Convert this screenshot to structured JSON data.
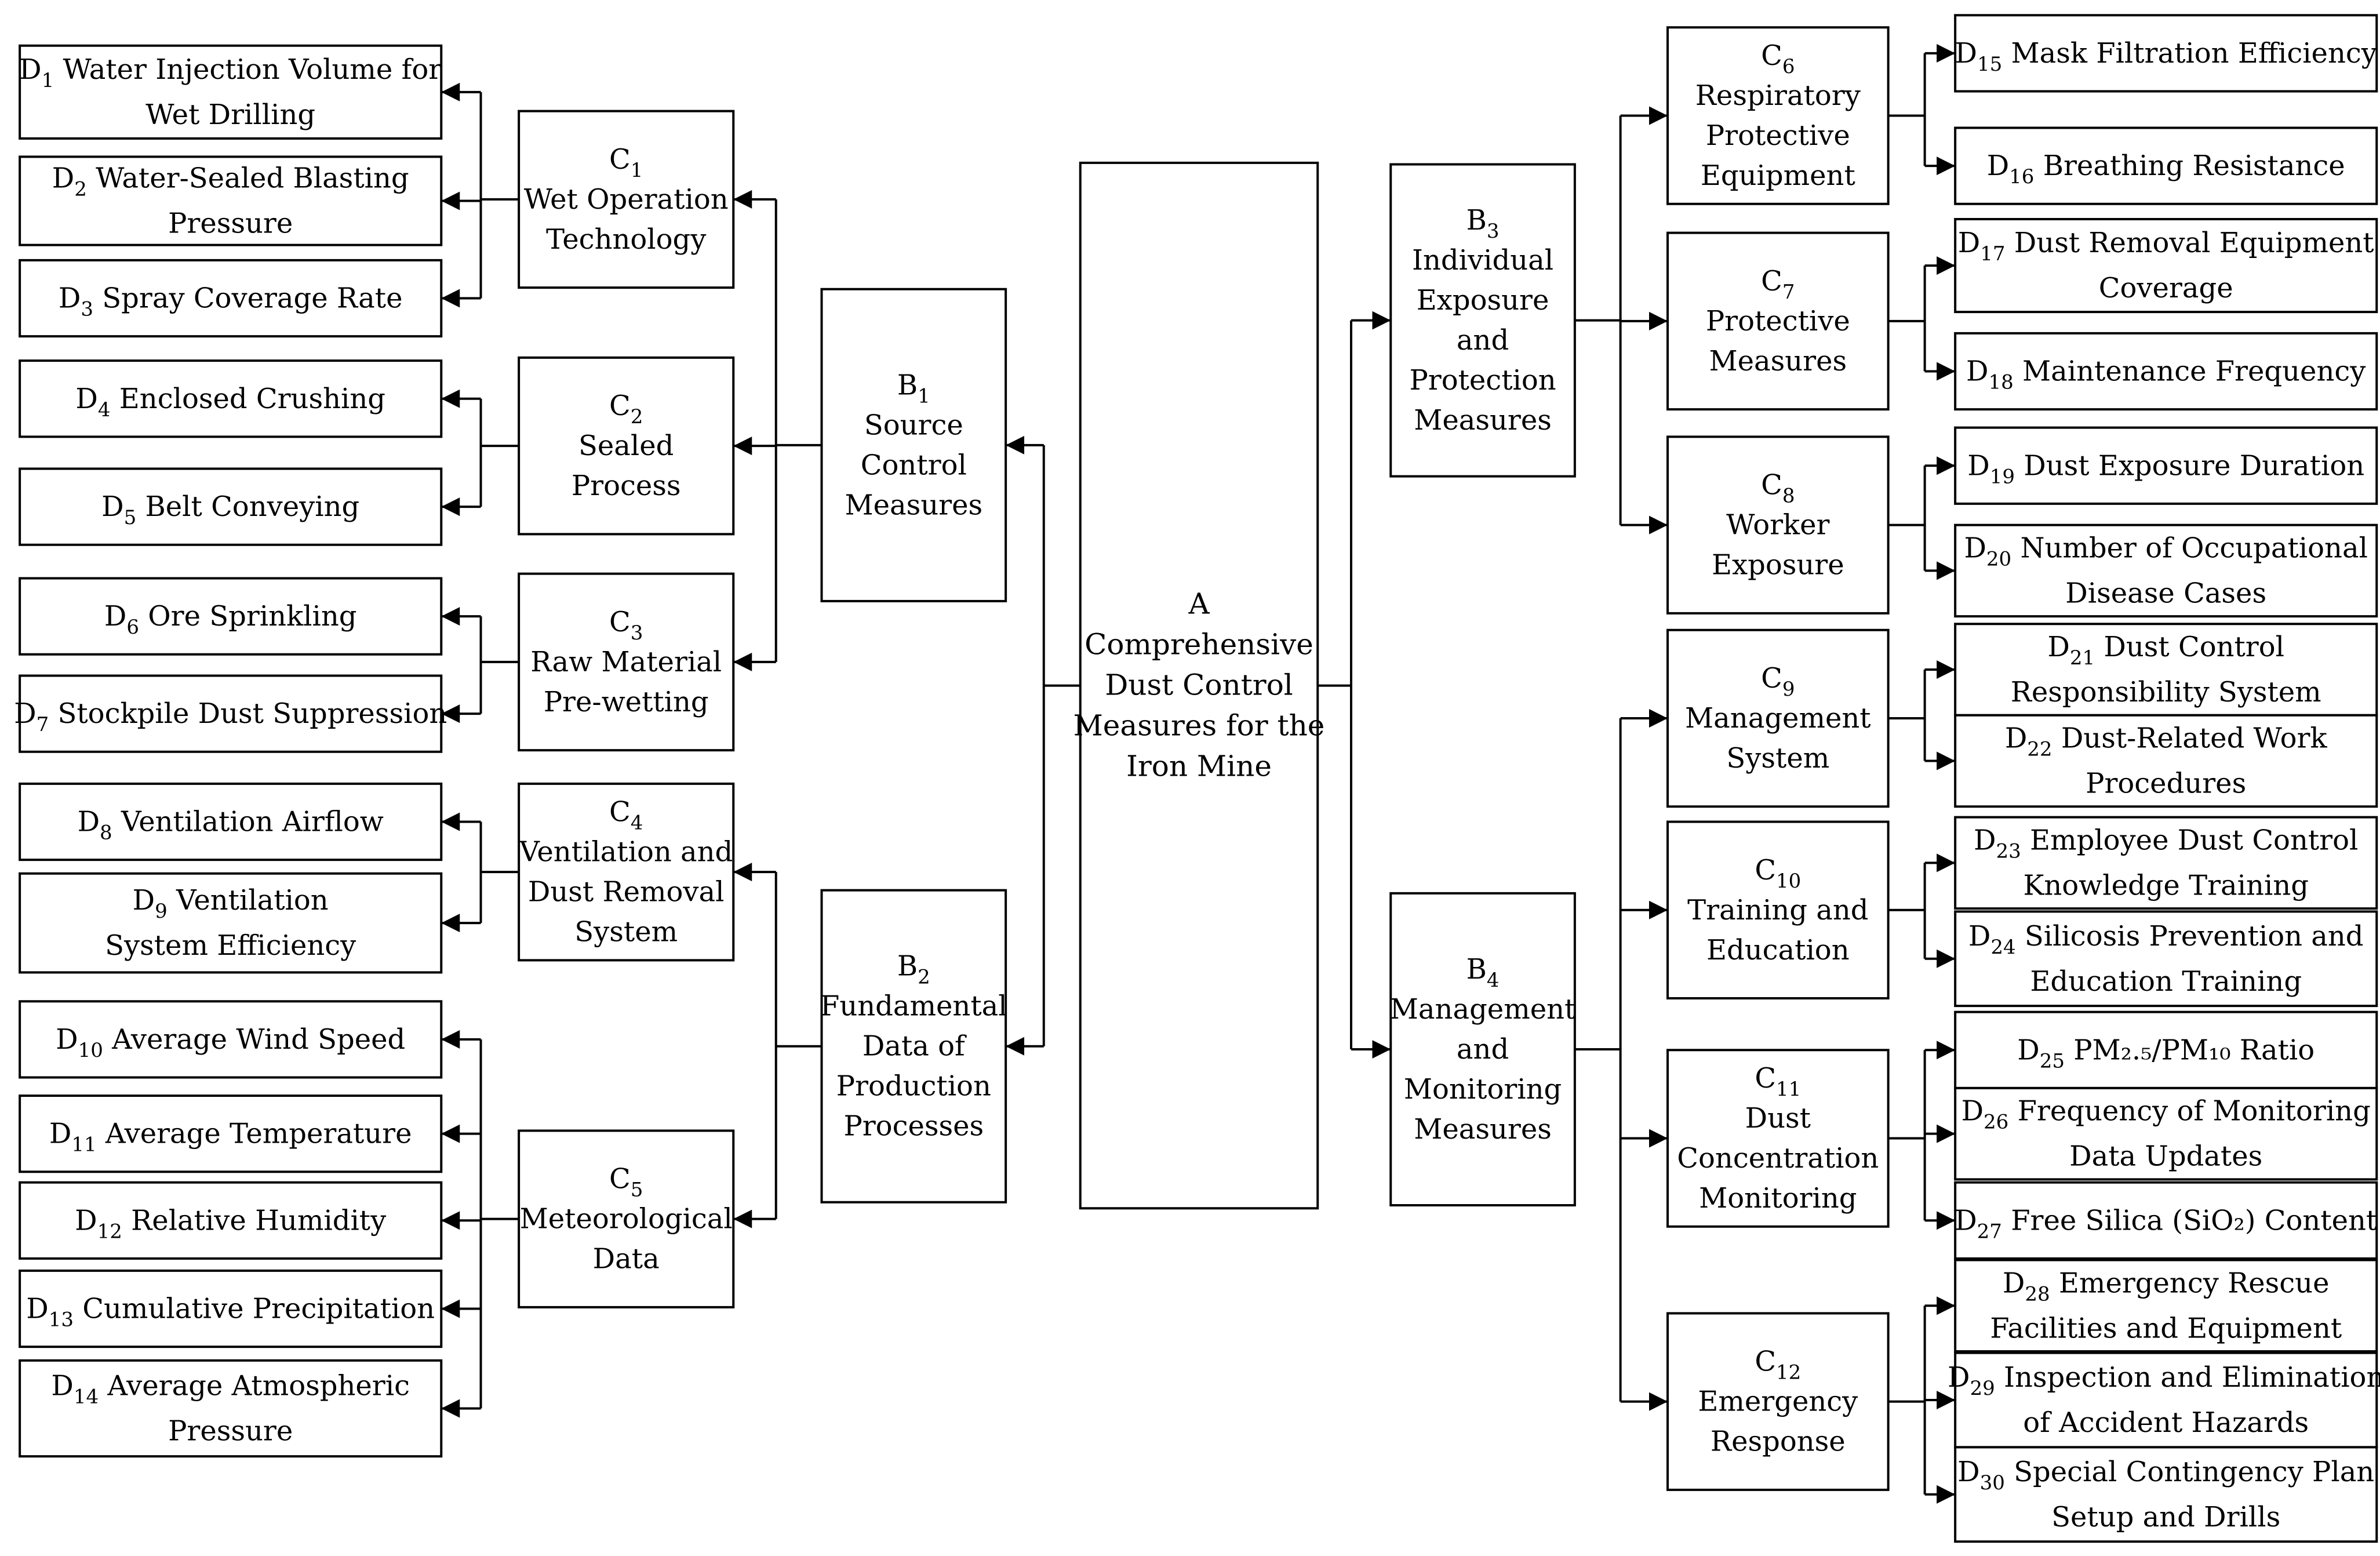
{
  "colors": {
    "line": "#000000",
    "box_fill": "#ffffff",
    "background": "#ffffff"
  },
  "nodes": {
    "A": {
      "id": "A",
      "sub": "",
      "lines": [
        "Comprehensive",
        "Dust Control",
        "Measures for the",
        "Iron Mine"
      ]
    },
    "B1": {
      "id": "B",
      "sub": "1",
      "lines": [
        "Source",
        "Control",
        "Measures"
      ]
    },
    "B2": {
      "id": "B",
      "sub": "2",
      "lines": [
        "Fundamental",
        "Data of",
        "Production",
        "Processes"
      ]
    },
    "B3": {
      "id": "B",
      "sub": "3",
      "lines": [
        "Individual",
        "Exposure",
        "and",
        "Protection",
        "Measures"
      ]
    },
    "B4": {
      "id": "B",
      "sub": "4",
      "lines": [
        "Management",
        "and",
        "Monitoring",
        "Measures"
      ]
    },
    "C1": {
      "id": "C",
      "sub": "1",
      "lines": [
        "Wet Operation",
        "Technology"
      ]
    },
    "C2": {
      "id": "C",
      "sub": "2",
      "lines": [
        "Sealed",
        "Process"
      ]
    },
    "C3": {
      "id": "C",
      "sub": "3",
      "lines": [
        "Raw Material",
        "Pre-wetting"
      ]
    },
    "C4": {
      "id": "C",
      "sub": "4",
      "lines": [
        "Ventilation and",
        "Dust Removal",
        "System"
      ]
    },
    "C5": {
      "id": "C",
      "sub": "5",
      "lines": [
        "Meteorological",
        "Data"
      ]
    },
    "C6": {
      "id": "C",
      "sub": "6",
      "lines": [
        "Respiratory",
        "Protective",
        "Equipment"
      ]
    },
    "C7": {
      "id": "C",
      "sub": "7",
      "lines": [
        "Protective",
        "Measures"
      ]
    },
    "C8": {
      "id": "C",
      "sub": "8",
      "lines": [
        "Worker",
        "Exposure"
      ]
    },
    "C9": {
      "id": "C",
      "sub": "9",
      "lines": [
        "Management",
        "System"
      ]
    },
    "C10": {
      "id": "C",
      "sub": "10",
      "lines": [
        "Training and",
        "Education"
      ]
    },
    "C11": {
      "id": "C",
      "sub": "11",
      "lines": [
        "Dust",
        "Concentration",
        "Monitoring"
      ]
    },
    "C12": {
      "id": "C",
      "sub": "12",
      "lines": [
        "Emergency",
        "Response"
      ]
    },
    "D1": {
      "id": "D",
      "sub": "1",
      "lines": [
        "Water Injection Volume for",
        "Wet Drilling"
      ]
    },
    "D2": {
      "id": "D",
      "sub": "2",
      "lines": [
        "Water-Sealed Blasting",
        "Pressure"
      ]
    },
    "D3": {
      "id": "D",
      "sub": "3",
      "lines": [
        "Spray Coverage Rate"
      ]
    },
    "D4": {
      "id": "D",
      "sub": "4",
      "lines": [
        "Enclosed Crushing"
      ]
    },
    "D5": {
      "id": "D",
      "sub": "5",
      "lines": [
        "Belt Conveying"
      ]
    },
    "D6": {
      "id": "D",
      "sub": "6",
      "lines": [
        "Ore Sprinkling"
      ]
    },
    "D7": {
      "id": "D",
      "sub": "7",
      "lines": [
        "Stockpile Dust Suppression"
      ]
    },
    "D8": {
      "id": "D",
      "sub": "8",
      "lines": [
        "Ventilation Airflow"
      ]
    },
    "D9": {
      "id": "D",
      "sub": "9",
      "lines": [
        "Ventilation",
        "System Efficiency"
      ]
    },
    "D10": {
      "id": "D",
      "sub": "10",
      "lines": [
        "Average Wind Speed"
      ]
    },
    "D11": {
      "id": "D",
      "sub": "11",
      "lines": [
        "Average Temperature"
      ]
    },
    "D12": {
      "id": "D",
      "sub": "12",
      "lines": [
        "Relative Humidity"
      ]
    },
    "D13": {
      "id": "D",
      "sub": "13",
      "lines": [
        "Cumulative Precipitation"
      ]
    },
    "D14": {
      "id": "D",
      "sub": "14",
      "lines": [
        "Average Atmospheric",
        "Pressure"
      ]
    },
    "D15": {
      "id": "D",
      "sub": "15",
      "lines": [
        "Mask Filtration Efficiency"
      ]
    },
    "D16": {
      "id": "D",
      "sub": "16",
      "lines": [
        "Breathing Resistance"
      ]
    },
    "D17": {
      "id": "D",
      "sub": "17",
      "lines": [
        "Dust Removal Equipment",
        "Coverage"
      ]
    },
    "D18": {
      "id": "D",
      "sub": "18",
      "lines": [
        "Maintenance Frequency"
      ]
    },
    "D19": {
      "id": "D",
      "sub": "19",
      "lines": [
        "Dust Exposure Duration"
      ]
    },
    "D20": {
      "id": "D",
      "sub": "20",
      "lines": [
        "Number of Occupational",
        "Disease Cases"
      ]
    },
    "D21": {
      "id": "D",
      "sub": "21",
      "lines": [
        "Dust Control",
        "Responsibility System"
      ]
    },
    "D22": {
      "id": "D",
      "sub": "22",
      "lines": [
        "Dust-Related Work",
        "Procedures"
      ]
    },
    "D23": {
      "id": "D",
      "sub": "23",
      "lines": [
        "Employee Dust Control",
        "Knowledge Training"
      ]
    },
    "D24": {
      "id": "D",
      "sub": "24",
      "lines": [
        "Silicosis Prevention and",
        "Education Training"
      ]
    },
    "D25": {
      "id": "D",
      "sub": "25",
      "lines": [
        "PM₂.₅/PM₁₀ Ratio"
      ]
    },
    "D26": {
      "id": "D",
      "sub": "26",
      "lines": [
        "Frequency of Monitoring",
        "Data Updates"
      ]
    },
    "D27": {
      "id": "D",
      "sub": "27",
      "lines": [
        "Free Silica (SiO₂) Content"
      ]
    },
    "D28": {
      "id": "D",
      "sub": "28",
      "lines": [
        "Emergency Rescue",
        "Facilities and Equipment"
      ]
    },
    "D29": {
      "id": "D",
      "sub": "29",
      "lines": [
        "Inspection and Elimination",
        "of Accident Hazards"
      ]
    },
    "D30": {
      "id": "D",
      "sub": "30",
      "lines": [
        "Special Contingency Plan",
        "Setup and Drills"
      ]
    }
  },
  "edges": [
    [
      "A",
      "B1"
    ],
    [
      "A",
      "B2"
    ],
    [
      "A",
      "B3"
    ],
    [
      "A",
      "B4"
    ],
    [
      "B1",
      "C1"
    ],
    [
      "B1",
      "C2"
    ],
    [
      "B1",
      "C3"
    ],
    [
      "B2",
      "C4"
    ],
    [
      "B2",
      "C5"
    ],
    [
      "B3",
      "C6"
    ],
    [
      "B3",
      "C7"
    ],
    [
      "B3",
      "C8"
    ],
    [
      "B4",
      "C9"
    ],
    [
      "B4",
      "C10"
    ],
    [
      "B4",
      "C11"
    ],
    [
      "B4",
      "C12"
    ],
    [
      "C1",
      "D1"
    ],
    [
      "C1",
      "D2"
    ],
    [
      "C1",
      "D3"
    ],
    [
      "C2",
      "D4"
    ],
    [
      "C2",
      "D5"
    ],
    [
      "C3",
      "D6"
    ],
    [
      "C3",
      "D7"
    ],
    [
      "C4",
      "D8"
    ],
    [
      "C4",
      "D9"
    ],
    [
      "C5",
      "D10"
    ],
    [
      "C5",
      "D11"
    ],
    [
      "C5",
      "D12"
    ],
    [
      "C5",
      "D13"
    ],
    [
      "C5",
      "D14"
    ],
    [
      "C6",
      "D15"
    ],
    [
      "C6",
      "D16"
    ],
    [
      "C7",
      "D17"
    ],
    [
      "C7",
      "D18"
    ],
    [
      "C8",
      "D19"
    ],
    [
      "C8",
      "D20"
    ],
    [
      "C9",
      "D21"
    ],
    [
      "C9",
      "D22"
    ],
    [
      "C10",
      "D23"
    ],
    [
      "C10",
      "D24"
    ],
    [
      "C11",
      "D25"
    ],
    [
      "C11",
      "D26"
    ],
    [
      "C11",
      "D27"
    ],
    [
      "C12",
      "D28"
    ],
    [
      "C12",
      "D29"
    ],
    [
      "C12",
      "D30"
    ]
  ]
}
